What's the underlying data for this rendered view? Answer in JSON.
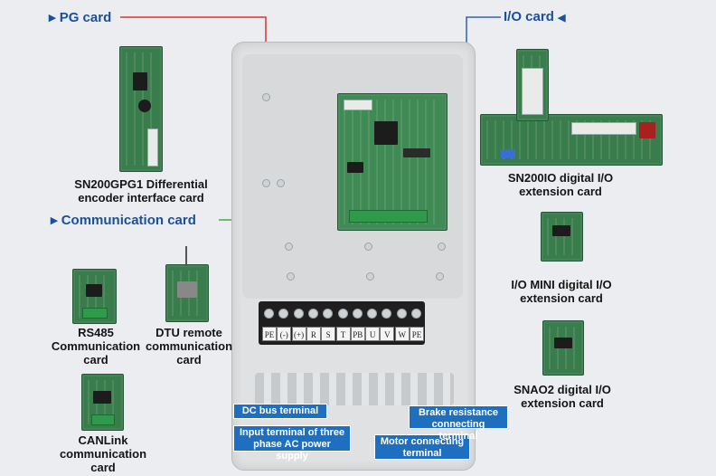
{
  "titles": {
    "pg_card": "PG card",
    "io_card": "I/O card",
    "communication_card": "Communication card"
  },
  "cards": {
    "sn200gpg1": "SN200GPG1 Differential encoder interface card",
    "sn200io": "SN200IO digital I/O extension card",
    "io_mini": "I/O MINI digital I/O extension card",
    "snao2": "SNAO2 digital I/O extension card",
    "rs485": "RS485 Communication card",
    "dtu": "DTU remote communication card",
    "canlink": "CANLink communication card"
  },
  "callouts": {
    "dc_bus": "DC bus terminal",
    "input_terminal": "Input terminal of three phase AC power supply",
    "motor_terminal": "Motor connecting terminal",
    "brake_terminal": "Brake resistance connecting terminal"
  },
  "terminals": [
    "PE",
    "(-)",
    "(+)",
    "R",
    "S",
    "T",
    "PB",
    "U",
    "V",
    "W",
    "PE"
  ],
  "colors": {
    "title_blue": "#1a4f9c",
    "pg_line": "#e03030",
    "comm_line": "#3fae3f",
    "io_line": "#2f62b8",
    "callout_bg": "#1e6fc0"
  }
}
